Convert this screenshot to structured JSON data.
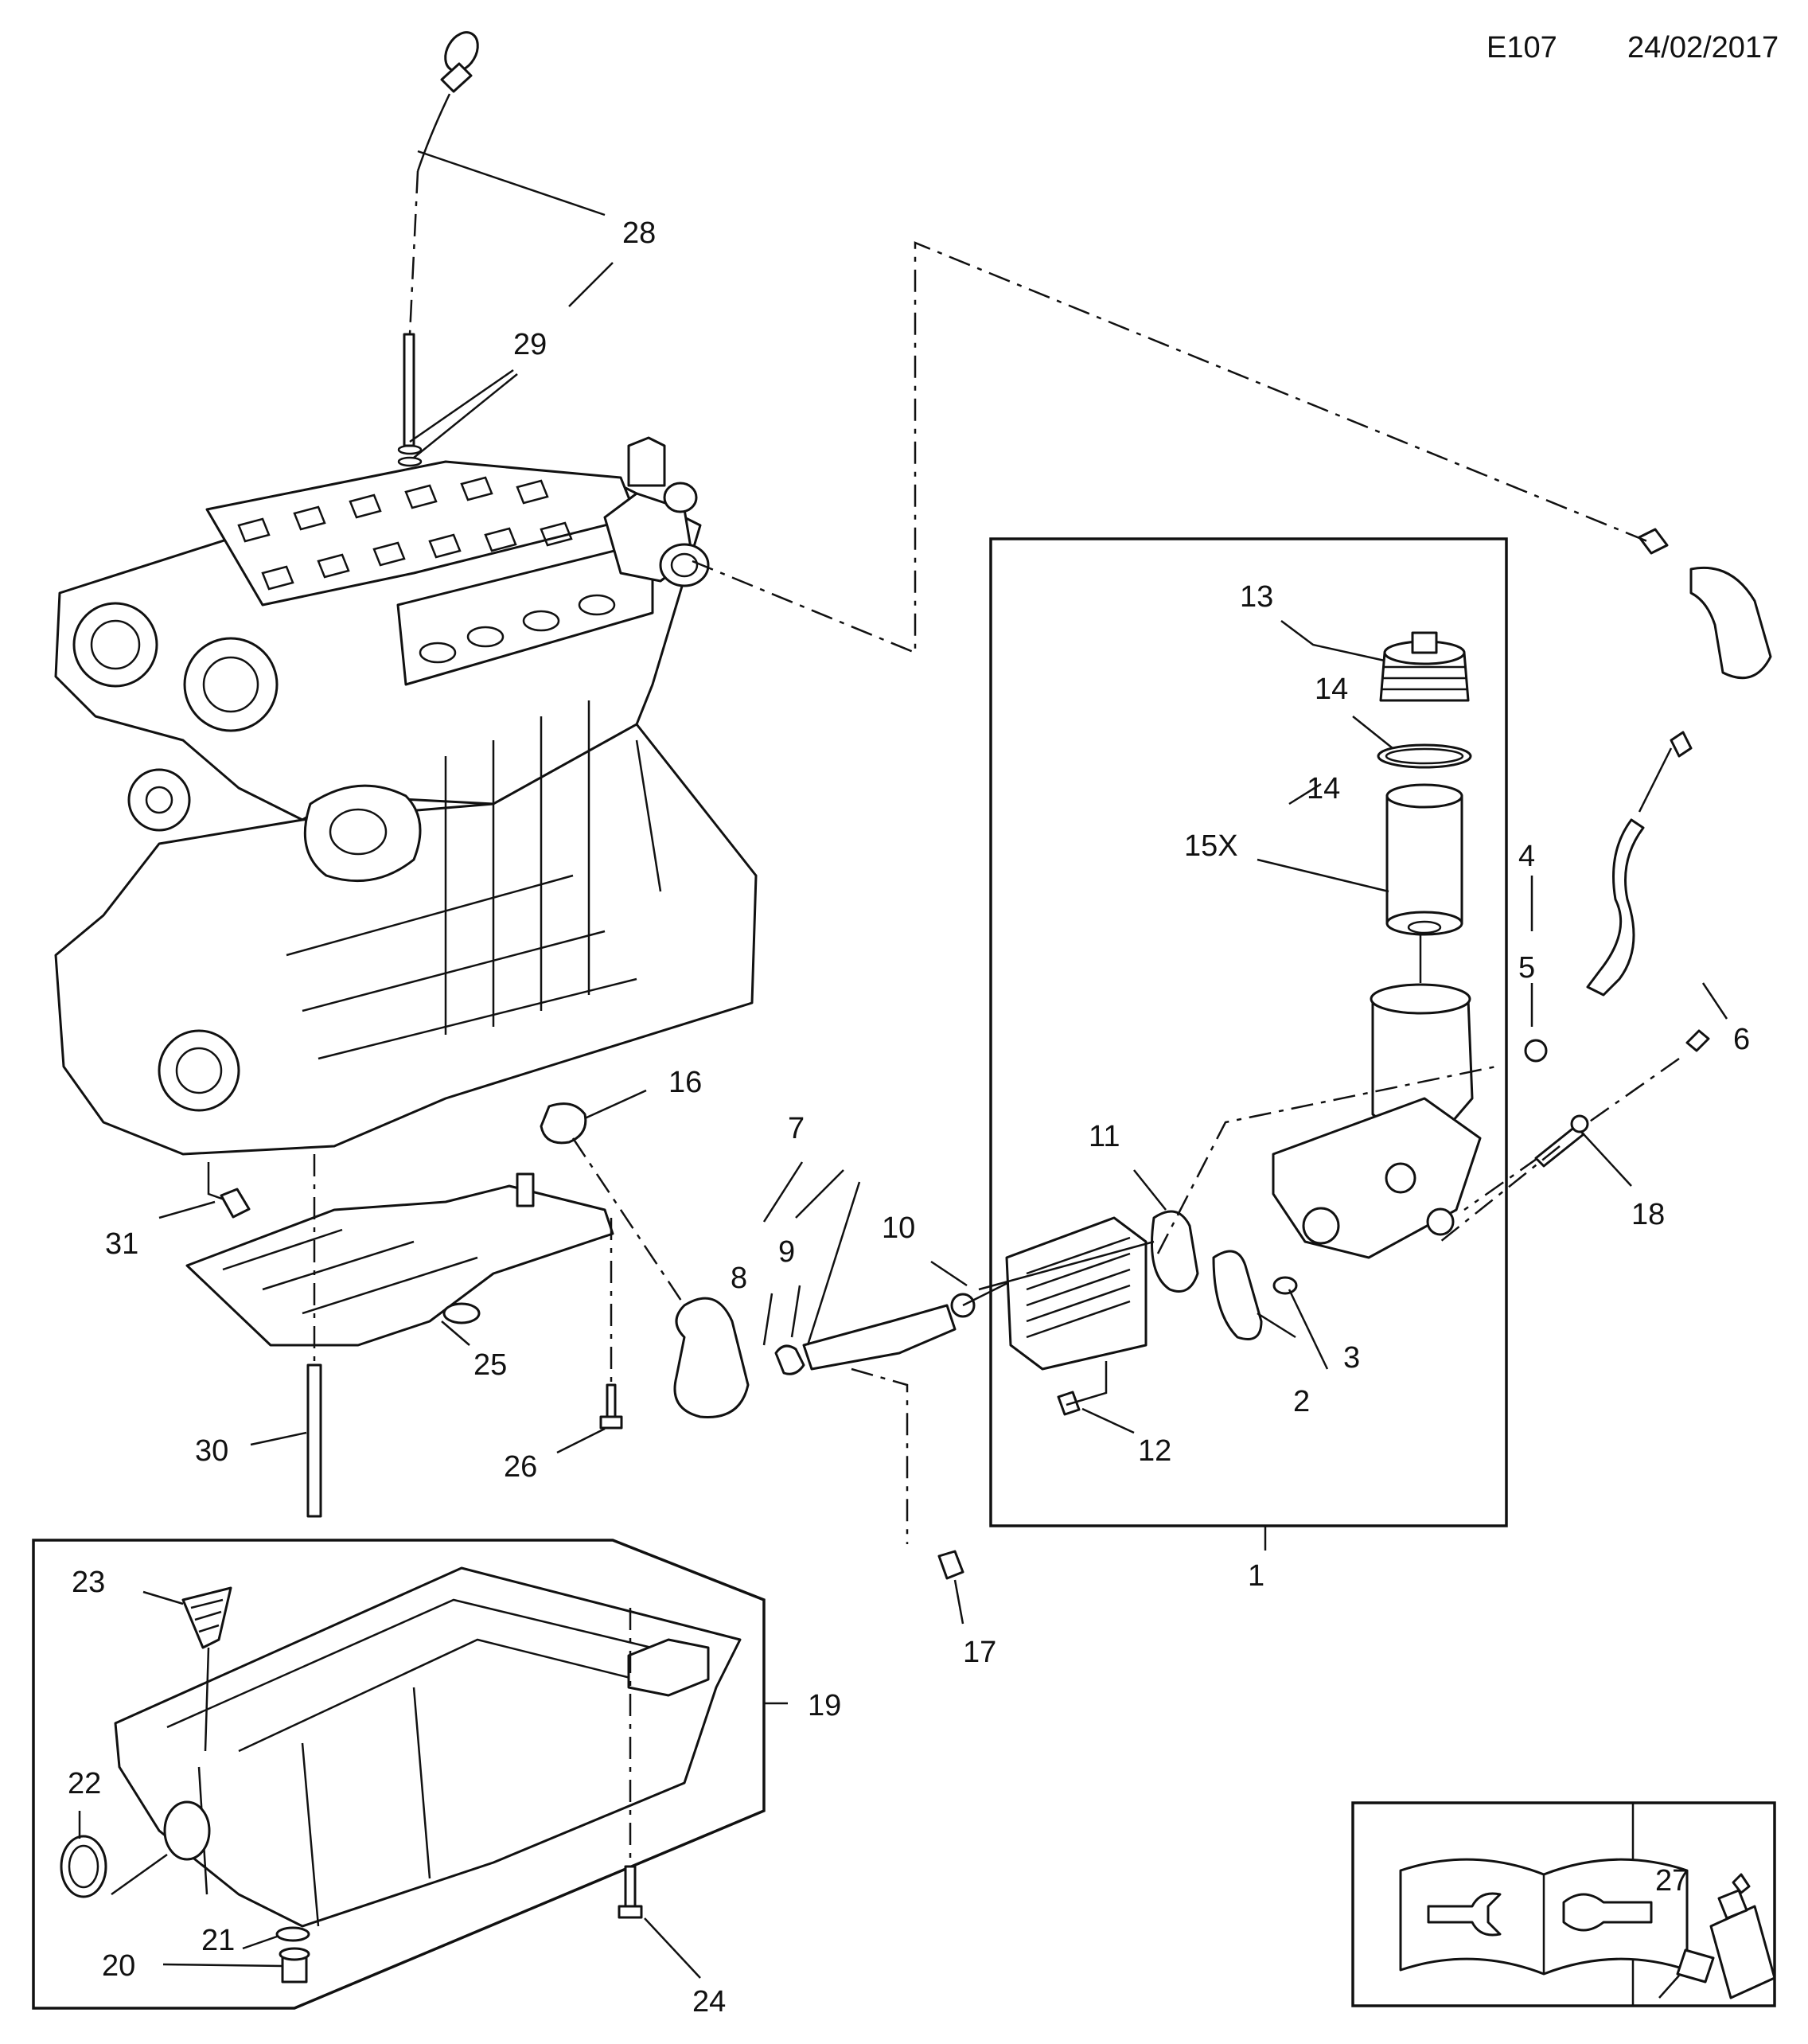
{
  "header": {
    "code": "E107",
    "date": "24/02/2017"
  },
  "callouts": {
    "c1": "1",
    "c2": "2",
    "c3": "3",
    "c4": "4",
    "c5": "5",
    "c6": "6",
    "c7": "7",
    "c8": "8",
    "c9": "9",
    "c10": "10",
    "c11": "11",
    "c12": "12",
    "c13": "13",
    "c14a": "14",
    "c14b": "14",
    "c15x": "15X",
    "c16": "16",
    "c17": "17",
    "c18": "18",
    "c19": "19",
    "c20": "20",
    "c21": "21",
    "c22": "22",
    "c23": "23",
    "c24": "24",
    "c25": "25",
    "c26": "26",
    "c27": "27",
    "c28": "28",
    "c29": "29",
    "c30": "30",
    "c31": "31"
  },
  "icons": [
    "repair-manual-icon",
    "sealant-bottle-icon"
  ]
}
